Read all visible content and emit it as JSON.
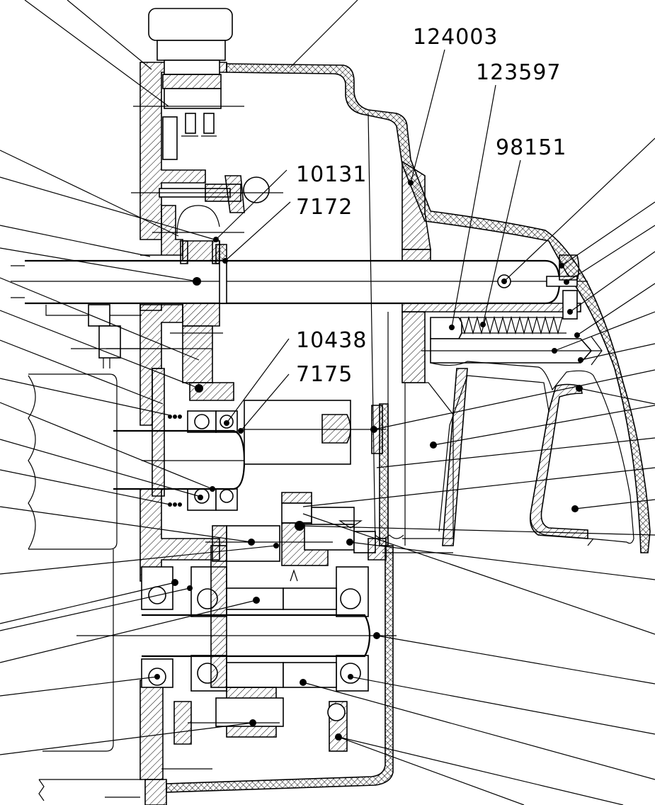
{
  "labels": {
    "l124003": "124003",
    "l123597": "123597",
    "l98151": "98151",
    "l10131": "10131",
    "l7172": "7172",
    "l10438": "10438",
    "l7175": "7175"
  },
  "colors": {
    "ink": "#000000",
    "paper": "#ffffff"
  }
}
